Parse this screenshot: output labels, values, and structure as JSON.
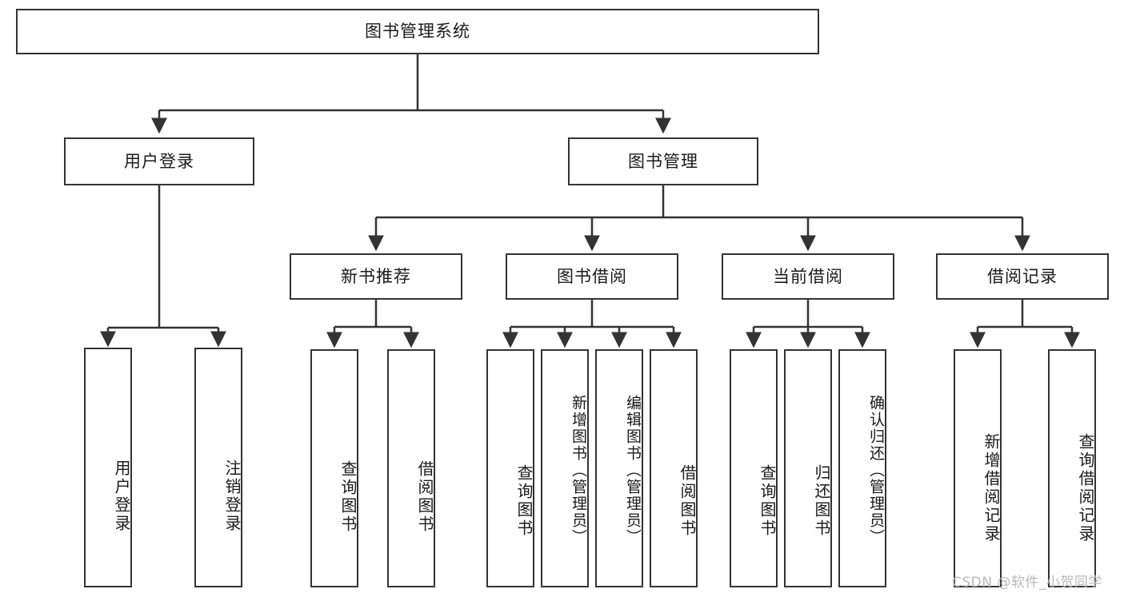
{
  "diagram": {
    "title": "图书管理系统",
    "root": {
      "id": "root",
      "label": "图书管理系统"
    },
    "level1": [
      {
        "id": "user-login",
        "label": "用户登录"
      },
      {
        "id": "book-manage",
        "label": "图书管理"
      }
    ],
    "level2": [
      {
        "id": "new-book-recommend",
        "label": "新书推荐",
        "parent": "book-manage"
      },
      {
        "id": "book-borrow",
        "label": "图书借阅",
        "parent": "book-manage"
      },
      {
        "id": "current-borrow",
        "label": "当前借阅",
        "parent": "book-manage"
      },
      {
        "id": "borrow-record",
        "label": "借阅记录",
        "parent": "book-manage"
      }
    ],
    "leaves": {
      "user_login": [
        {
          "id": "leaf-user-login",
          "label": "用户登录"
        },
        {
          "id": "leaf-user-logout",
          "label": "注销登录"
        }
      ],
      "new_book_recommend": [
        {
          "id": "leaf-query-book-1",
          "label": "查询图书"
        },
        {
          "id": "leaf-borrow-book-1",
          "label": "借阅图书"
        }
      ],
      "book_borrow": [
        {
          "id": "leaf-query-book-2",
          "label": "查询图书"
        },
        {
          "id": "leaf-add-book",
          "label": "新增图书（管理员）"
        },
        {
          "id": "leaf-edit-book",
          "label": "编辑图书（管理员）"
        },
        {
          "id": "leaf-borrow-book-2",
          "label": "借阅图书"
        }
      ],
      "current_borrow": [
        {
          "id": "leaf-query-book-3",
          "label": "查询图书"
        },
        {
          "id": "leaf-return-book",
          "label": "归还图书"
        },
        {
          "id": "leaf-confirm-return",
          "label": "确认归还（管理员）"
        }
      ],
      "borrow_record": [
        {
          "id": "leaf-add-record",
          "label": "新增借阅记录"
        },
        {
          "id": "leaf-query-record",
          "label": "查询借阅记录"
        }
      ]
    }
  },
  "watermark": {
    "text": "CSDN @软件_小贺同学"
  },
  "colors": {
    "border": "#333333",
    "text": "#1a1a1a",
    "background": "#ffffff",
    "watermark": "#b9b9b9"
  }
}
